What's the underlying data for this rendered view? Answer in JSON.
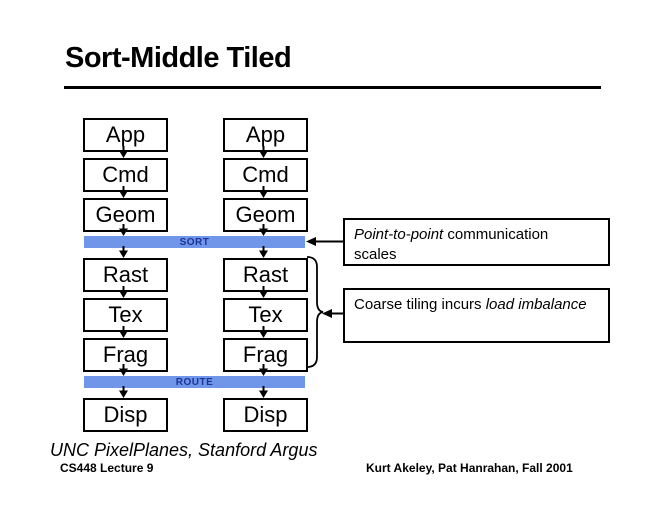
{
  "slide": {
    "title": "Sort-Middle Tiled",
    "footer": {
      "systems_note": "UNC PixelPlanes, Stanford Argus",
      "course": "CS448 Lecture 9",
      "credits": "Kurt Akeley, Pat Hanrahan, Fall 2001"
    }
  },
  "diagram": {
    "stages": [
      "App",
      "Cmd",
      "Geom",
      "Rast",
      "Tex",
      "Frag",
      "Disp"
    ],
    "sort_bar_label": "SORT",
    "route_bar_label": "ROUTE",
    "bar_color": "#6f96e8",
    "bar_text_color": "#1f3399",
    "icons": [
      "arrow-down-icon",
      "arrow-left-icon",
      "curly-brace-icon"
    ]
  },
  "annotations": {
    "scales": {
      "italic": "Point-to-point",
      "rest": " communication scales"
    },
    "imbalance": {
      "rest": "Coarse tiling incurs ",
      "italic": "load imbalance"
    }
  }
}
